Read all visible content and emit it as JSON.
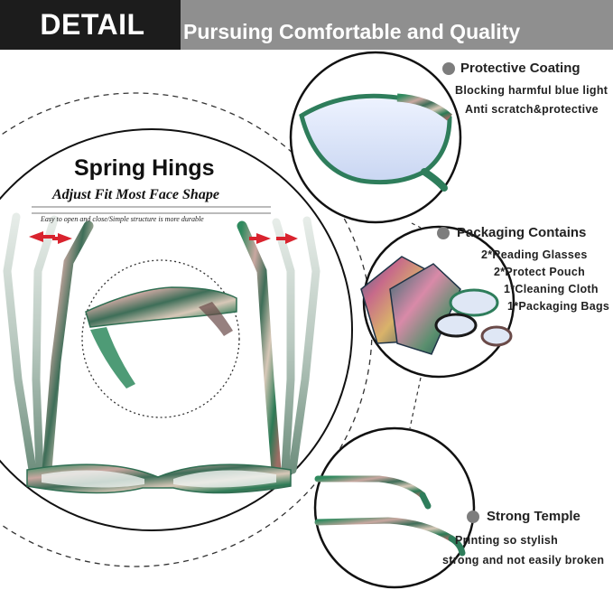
{
  "header": {
    "badge": "DETAIL",
    "tagline": "Pursuing Comfortable and Quality"
  },
  "spring": {
    "title": "Spring Hings",
    "subtitle": "Adjust Fit Most Face Shape",
    "note": "Easy to open and close/Simple structure is more durable"
  },
  "features": [
    {
      "title": "Protective Coating",
      "lines": [
        "Blocking harmful blue light",
        "Anti scratch&protective"
      ]
    },
    {
      "title": "Packaging Contains",
      "lines": [
        "2*Reading Glasses",
        "2*Protect Pouch",
        "1*Cleaning Cloth",
        "1*Packaging Bags"
      ]
    },
    {
      "title": "Strong Temple",
      "lines": [
        "Printing so stylish",
        "strong and not easily broken"
      ]
    }
  ],
  "colors": {
    "header_dark": "#1c1c1c",
    "header_gray": "#8f8f8f",
    "frame_green": "#2e7d5b",
    "arrow_red": "#d9232e",
    "bullet": "#7d7d7d"
  }
}
